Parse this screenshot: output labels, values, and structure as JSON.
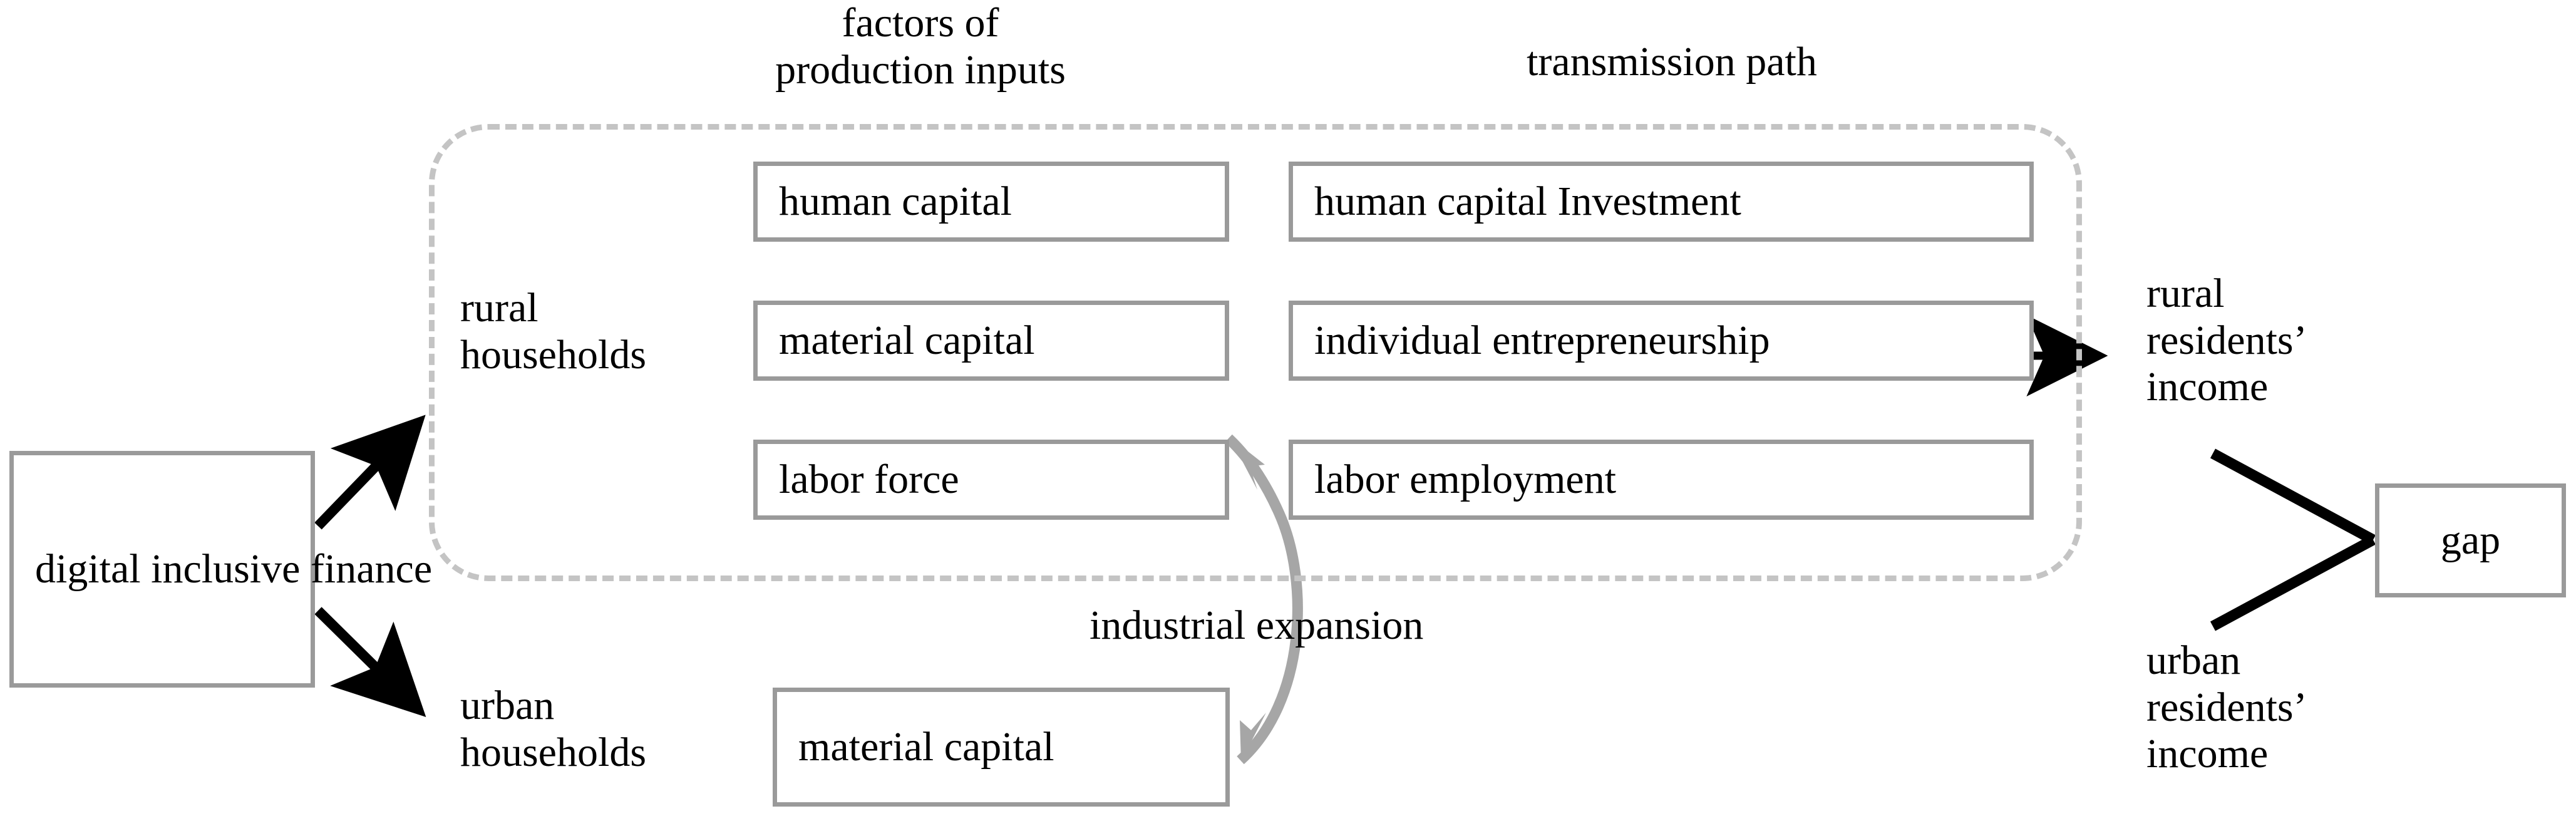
{
  "diagram": {
    "title": "Digital inclusive finance transmission mechanism to urban-rural income gap",
    "colors": {
      "box_border": "#9a9a9a",
      "dashed_border": "#c4c4c4",
      "arrow_black": "#000000",
      "arrow_gray": "#a6a6a6",
      "text": "#000000",
      "background": "#ffffff"
    },
    "column_titles": {
      "factors": "factors of\nproduction inputs",
      "transmission": "transmission path"
    },
    "source": {
      "label": "digital\ninclusive\nfinance"
    },
    "groups": {
      "rural": {
        "label": "rural\nhouseholds"
      },
      "urban": {
        "label": "urban\nhouseholds"
      }
    },
    "rural_factors": [
      {
        "label": "human capital"
      },
      {
        "label": "material capital"
      },
      {
        "label": "labor force"
      }
    ],
    "rural_paths": [
      {
        "label": "human capital Investment"
      },
      {
        "label": "individual entrepreneurship"
      },
      {
        "label": "labor employment"
      }
    ],
    "urban_factors": [
      {
        "label": "material capital"
      }
    ],
    "feedback": {
      "label": "industrial expansion"
    },
    "outcomes": {
      "rural_income": "rural\nresidents’\nincome",
      "urban_income": "urban\nresidents’\nincome",
      "gap": "gap"
    },
    "connectors": [
      {
        "name": "finance-to-rural",
        "style": "solid-black-arrow",
        "from": "digital inclusive finance",
        "to": "rural households"
      },
      {
        "name": "finance-to-urban",
        "style": "solid-black-arrow",
        "from": "digital inclusive finance",
        "to": "urban households"
      },
      {
        "name": "paths-to-rural-income",
        "style": "solid-black-arrow",
        "from": "individual entrepreneurship",
        "to": "rural residents’ income"
      },
      {
        "name": "industrial-expansion-feedback",
        "style": "curved-gray-arrow",
        "from": "urban material capital",
        "to": "labor force"
      },
      {
        "name": "rural-income-to-gap",
        "style": "solid-black-line",
        "from": "rural residents’ income",
        "to": "gap"
      },
      {
        "name": "urban-income-to-gap",
        "style": "solid-black-line",
        "from": "urban residents’ income",
        "to": "gap"
      }
    ]
  }
}
